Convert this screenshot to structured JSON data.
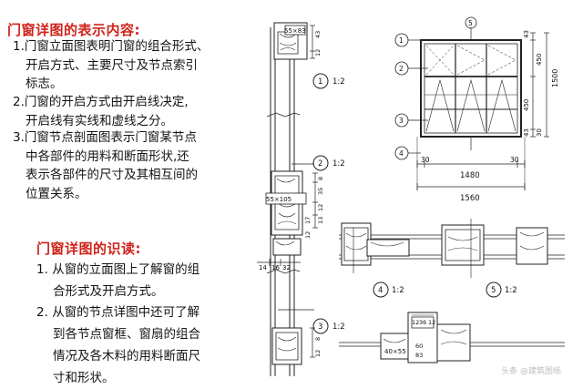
{
  "section1": {
    "title": "门窗详图的表示内容:",
    "items": [
      {
        "number": "1.",
        "lines": [
          "门窗立面图表明门窗的组合形式、",
          "开启方式、主要尺寸及节点索引",
          "标志。"
        ]
      },
      {
        "number": "2.",
        "lines": [
          "门窗的开启方式由开启线决定,",
          "开启线有实线和虚线之分。"
        ]
      },
      {
        "number": "3.",
        "lines": [
          "门窗节点剖面图表示门窗某节点",
          "中各部件的用料和断面形状,还",
          "表示各部件的尺寸及其相互间的",
          "位置关系。"
        ]
      }
    ]
  },
  "section2": {
    "title": "门窗详图的识读:",
    "items": [
      {
        "number": "1.",
        "lines": [
          "从窗的立面图上了解窗的组",
          "合形式及开启方式。"
        ]
      },
      {
        "number": "2.",
        "lines": [
          "从窗的节点详图中还可了解",
          "到各节点窗框、窗扇的组合",
          "情况及各木料的用料断面尺",
          "寸和形状。"
        ]
      }
    ]
  },
  "drawing": {
    "detail_labels": {
      "d1": {
        "num": "1",
        "scale": "1:2"
      },
      "d2": {
        "num": "2",
        "scale": "1:2"
      },
      "d3": {
        "num": "3",
        "scale": "1:2"
      },
      "d4": {
        "num": "4",
        "scale": "1:2"
      },
      "d5": {
        "num": "5",
        "scale": "1:2"
      }
    },
    "elevation_callouts": [
      "1",
      "2",
      "3",
      "4",
      "5"
    ],
    "dims": {
      "total_width": "1560",
      "inner_width": "1480",
      "side_left": "30",
      "side_right": "30",
      "total_height": "1500",
      "top_dim": "450",
      "right_dims": [
        "43",
        "450"
      ],
      "bottom_dims": [
        "43",
        "30"
      ]
    },
    "section_dims": {
      "top_section": "55×83",
      "top_right": [
        "43",
        "12"
      ],
      "mid_section": "55×105",
      "mid_right": [
        "8",
        "35",
        "12"
      ],
      "mid_lower": [
        "13",
        "17",
        "12"
      ],
      "sill_left": [
        "14",
        "16",
        "32"
      ],
      "bottom_right": [
        "8",
        "12"
      ],
      "detail_top": [
        "12",
        "36",
        "12"
      ],
      "detail_bottom": [
        "40×55",
        "60",
        "83"
      ]
    },
    "watermark": "头条 @建筑图纸"
  },
  "colors": {
    "heading": "#d0231b",
    "body": "#141414",
    "line": "#222222"
  }
}
